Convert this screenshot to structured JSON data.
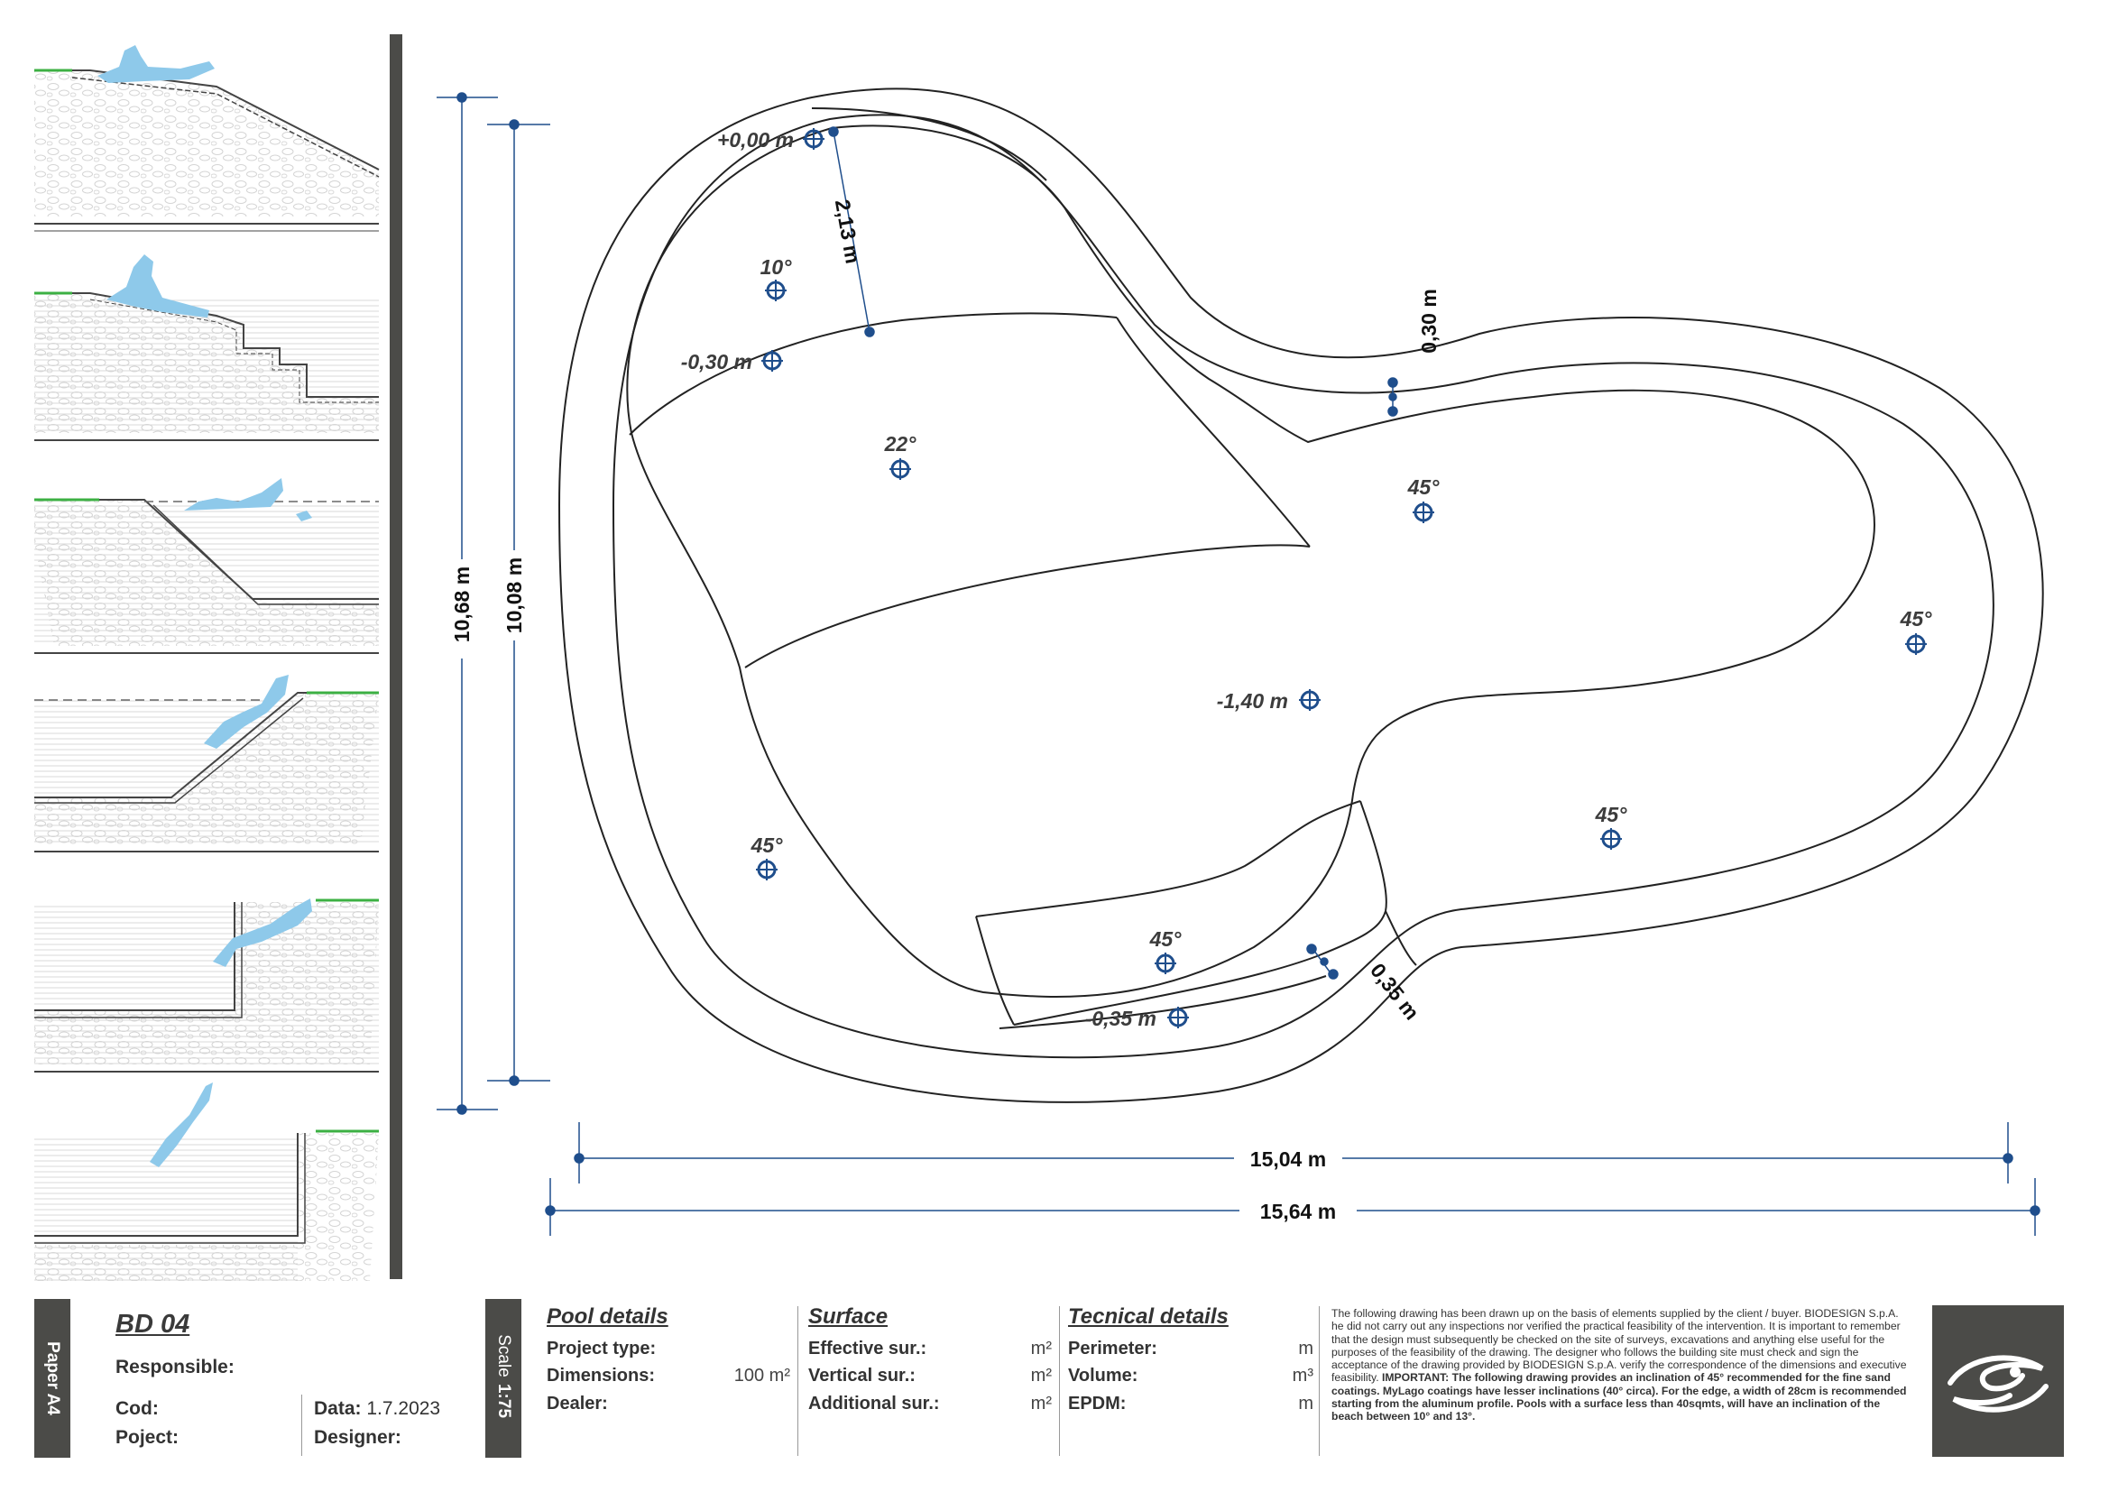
{
  "drawing": {
    "depth_labels": [
      "+0,00 m",
      "-0,30 m",
      "-1,40 m",
      "-0,35 m"
    ],
    "angle_labels": [
      "10°",
      "22°",
      "45°",
      "45°",
      "45°",
      "45°",
      "45°"
    ],
    "dimensions": {
      "width_outer": "15,64 m",
      "width_inner": "15,04 m",
      "height_outer": "10,68 m",
      "height_inner": "10,08 m",
      "beach_length": "2,13 m",
      "edge_width": "0,30 m",
      "step_width": "0,35 m"
    }
  },
  "title_block": {
    "paper": "Paper A4",
    "code": "BD 04",
    "responsible_label": "Responsible:",
    "cod_label": "Cod:",
    "project_label": "Poject:",
    "date_label": "Data:",
    "date_value": "1.7.2023",
    "designer_label": "Designer:",
    "scale_label": "Scale",
    "scale_value": "1:75",
    "pool_details": {
      "title": "Pool details",
      "project_type": "Project type:",
      "dimensions": "Dimensions:",
      "dimensions_value": "100 m²",
      "dealer": "Dealer:"
    },
    "surface": {
      "title": "Surface",
      "effective": "Effective sur.:",
      "vertical": "Vertical sur.:",
      "additional": "Additional sur.:",
      "unit": "m²"
    },
    "technical": {
      "title": "Tecnical details",
      "perimeter": "Perimeter:",
      "perimeter_unit": "m",
      "volume": "Volume:",
      "volume_unit": "m³",
      "epdm": "EPDM:",
      "epdm_unit": "m"
    },
    "disclaimer": "The following drawing has been drawn up on the basis of elements supplied by the client / buyer. BIODESIGN S.p.A. he did not carry out any inspections nor verified the practical feasibility of the intervention. It is important to remember that the design must subsequently be checked on the site of surveys, excavations and anything else useful for the purposes of the feasibility of the drawing. The designer who follows the building site must check and sign the acceptance of the drawing provided by BIODESIGN S.p.A. verify the correspondence of the dimensions and executive feasibility.",
    "important": "IMPORTANT: The following drawing provides an inclination of 45° recommended for the fine sand coatings. MyLago coatings have lesser inclinations (40° circa). For the edge, a width of 28cm is recommended starting from the aluminum profile. Pools with a surface less than 40sqmts, will have an inclination of the beach between 10° and 13°."
  },
  "colors": {
    "marker": "#1f4e8c",
    "water_figure": "#8ec9ea",
    "grass": "#3cb043",
    "dark_bar": "#4b4b48"
  }
}
